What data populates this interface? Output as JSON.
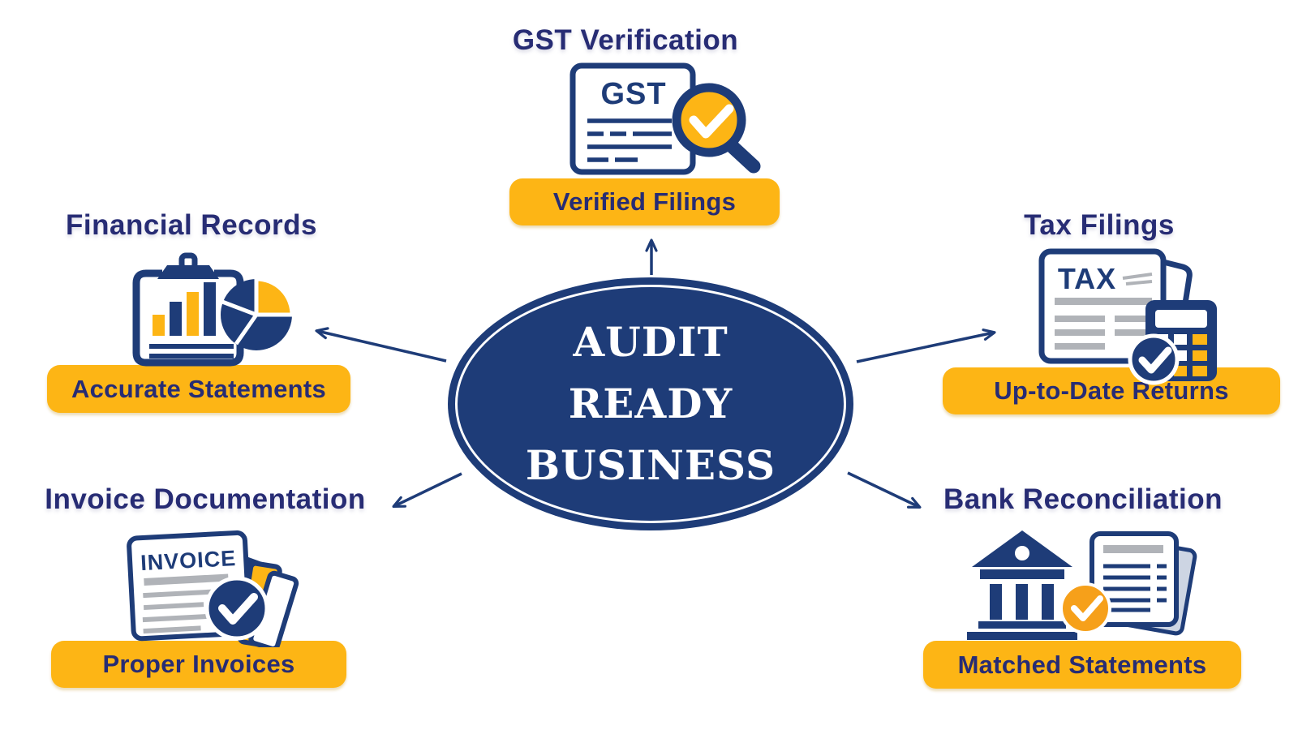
{
  "center": {
    "line1": "AUDIT",
    "line2": "READY",
    "line3": "BUSINESS"
  },
  "nodes": {
    "gst": {
      "title": "GST Verification",
      "pill": "Verified Filings",
      "doc_label": "GST"
    },
    "financial": {
      "title": "Financial Records",
      "pill": "Accurate Statements"
    },
    "tax": {
      "title": "Tax Filings",
      "pill": "Up-to-Date Returns",
      "doc_label": "TAX"
    },
    "invoice": {
      "title": "Invoice Documentation",
      "pill": "Proper Invoices",
      "doc_label": "INVOICE"
    },
    "bank": {
      "title": "Bank Reconciliation",
      "pill": "Matched Statements"
    }
  },
  "colors": {
    "navy": "#1e3c78",
    "heading_text": "#272c74",
    "yellow": "#fdb515",
    "orange": "#f6a01a",
    "line_gray": "#b0b3b8",
    "background": "#ffffff"
  }
}
